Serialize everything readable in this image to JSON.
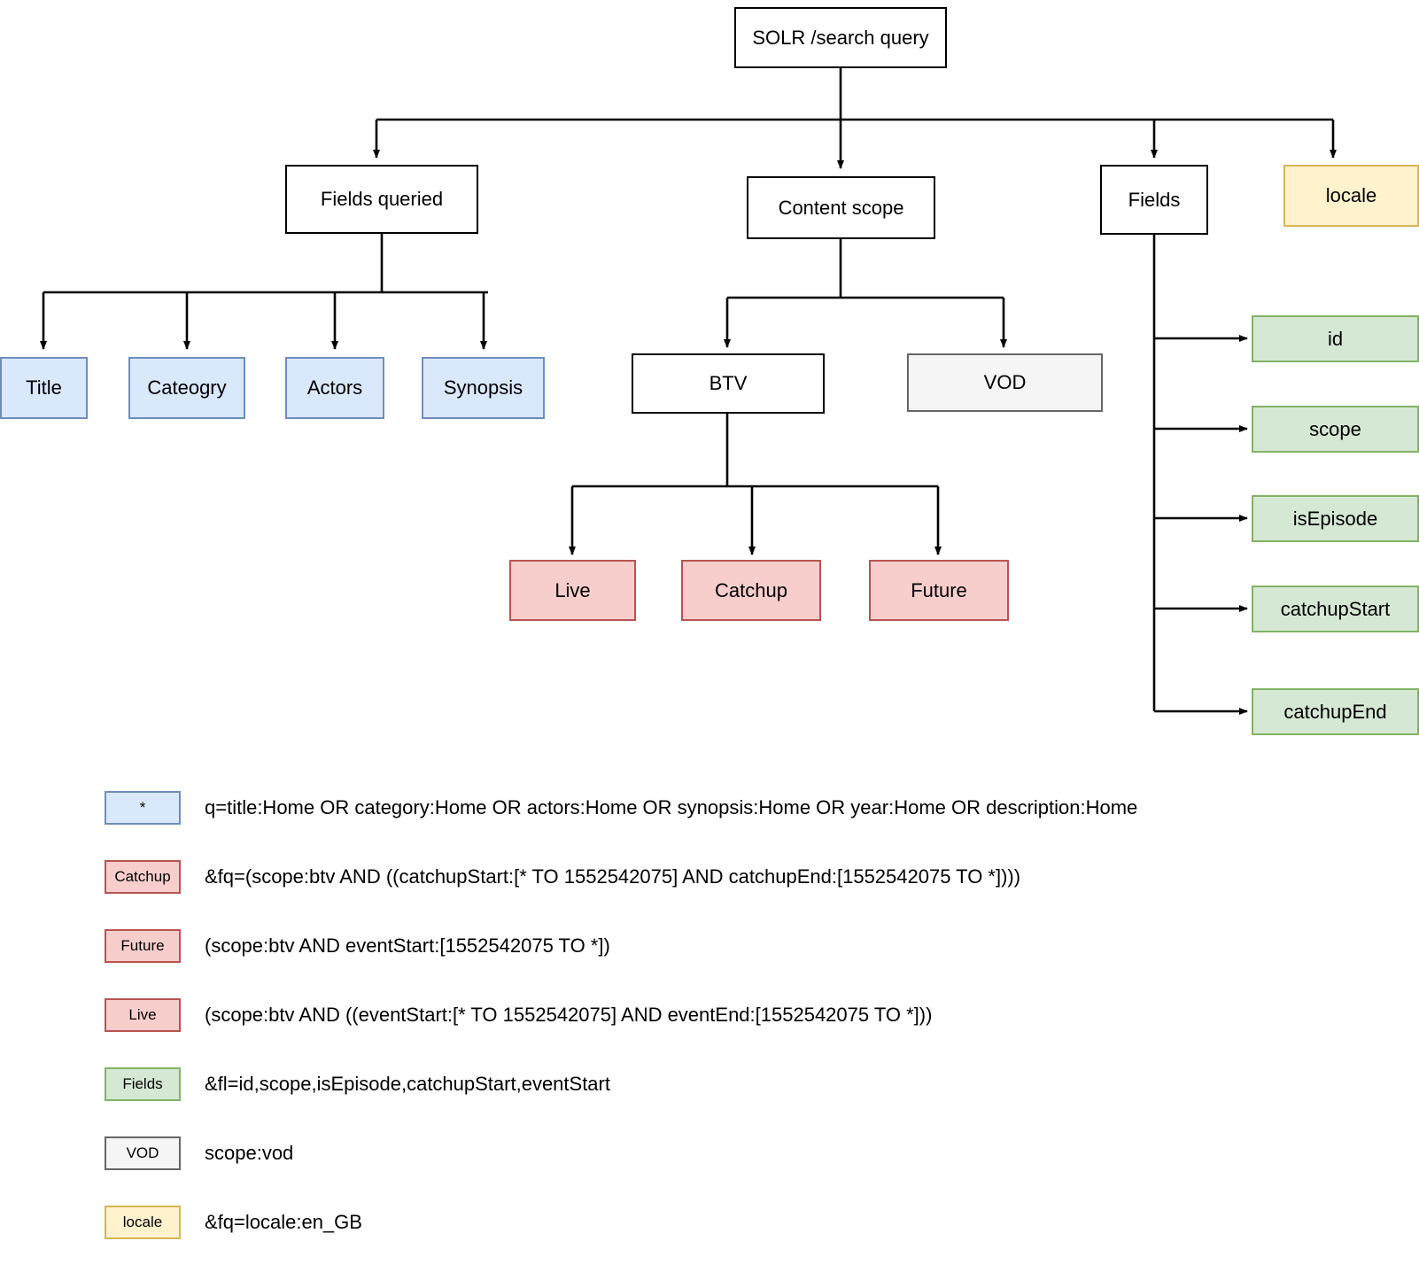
{
  "diagram": {
    "root": {
      "label": "SOLR /search query"
    },
    "branches": [
      {
        "label": "Fields queried"
      },
      {
        "label": "Content scope"
      },
      {
        "label": "Fields"
      },
      {
        "label": "locale"
      }
    ],
    "fields_queried": [
      {
        "label": "Title"
      },
      {
        "label": "Cateogry"
      },
      {
        "label": "Actors"
      },
      {
        "label": "Synopsis"
      }
    ],
    "content_scope": [
      {
        "label": "BTV"
      },
      {
        "label": "VOD"
      }
    ],
    "btv_children": [
      {
        "label": "Live"
      },
      {
        "label": "Catchup"
      },
      {
        "label": "Future"
      }
    ],
    "fields_children": [
      {
        "label": "id"
      },
      {
        "label": "scope"
      },
      {
        "label": "isEpisode"
      },
      {
        "label": "catchupStart"
      },
      {
        "label": "catchupEnd"
      }
    ]
  },
  "legend": [
    {
      "swatch": "*",
      "style": "blue",
      "text": "q=title:Home OR category:Home OR actors:Home OR synopsis:Home OR year:Home OR description:Home"
    },
    {
      "swatch": "Catchup",
      "style": "red",
      "text": "&fq=(scope:btv AND ((catchupStart:[* TO 1552542075] AND catchupEnd:[1552542075 TO *])))"
    },
    {
      "swatch": "Future",
      "style": "red",
      "text": "(scope:btv AND eventStart:[1552542075 TO *])"
    },
    {
      "swatch": "Live",
      "style": "red",
      "text": "(scope:btv AND ((eventStart:[* TO 1552542075] AND eventEnd:[1552542075 TO *]))"
    },
    {
      "swatch": "Fields",
      "style": "green",
      "text": "&fl=id,scope,isEpisode,catchupStart,eventStart"
    },
    {
      "swatch": "VOD",
      "style": "grey",
      "text": "scope:vod"
    },
    {
      "swatch": "locale",
      "style": "yellow",
      "text": "&fq=locale:en_GB"
    }
  ],
  "colors": {
    "blue_fill": "#dae8fc",
    "blue_stroke": "#6c8ebf",
    "red_fill": "#f8cecc",
    "red_stroke": "#b85450",
    "green_fill": "#d5e8d4",
    "green_stroke": "#82b366",
    "yellow_fill": "#fff2cc",
    "yellow_stroke": "#d6b656",
    "grey_fill": "#f5f5f5",
    "grey_stroke": "#666666",
    "line": "#000000"
  }
}
